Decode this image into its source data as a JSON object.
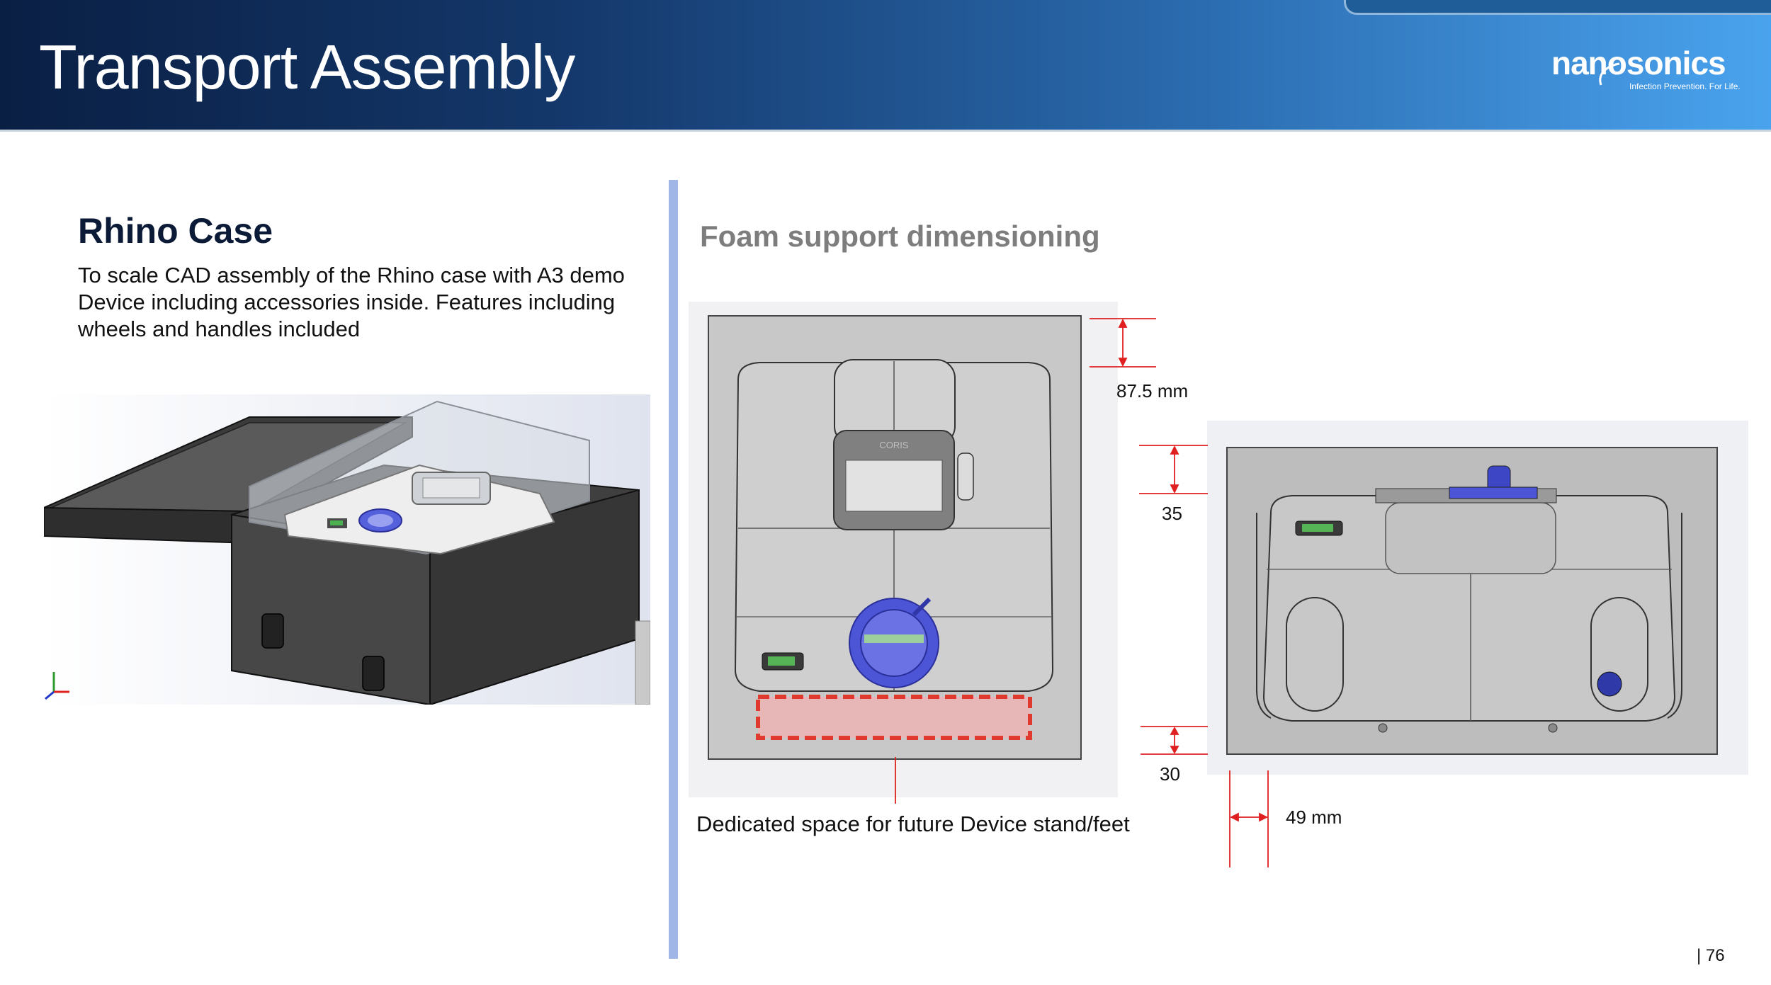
{
  "header": {
    "title": "Transport Assembly",
    "logo": {
      "name": "nanosonics",
      "tagline": "Infection Prevention. For Life."
    }
  },
  "left": {
    "heading": "Rhino Case",
    "description": "To scale CAD assembly of the Rhino case with A3 demo Device including accessories inside. Features including wheels and handles included"
  },
  "right": {
    "heading": "Foam support dimensioning",
    "device_label": "CORIS",
    "dimensions": {
      "top": "87.5 mm",
      "side_top": "35",
      "side_bottom": "30",
      "side_width": "49 mm"
    },
    "caption": "Dedicated space for future Device stand/feet"
  },
  "footer": {
    "page_number": "76"
  },
  "colors": {
    "header_dark": "#0a1f44",
    "header_light": "#4aa3ee",
    "divider": "#9fb6e6",
    "dimension_line": "#e02020",
    "highlight_dash": "#e0392e",
    "accent_blue": "#4b55d6"
  }
}
